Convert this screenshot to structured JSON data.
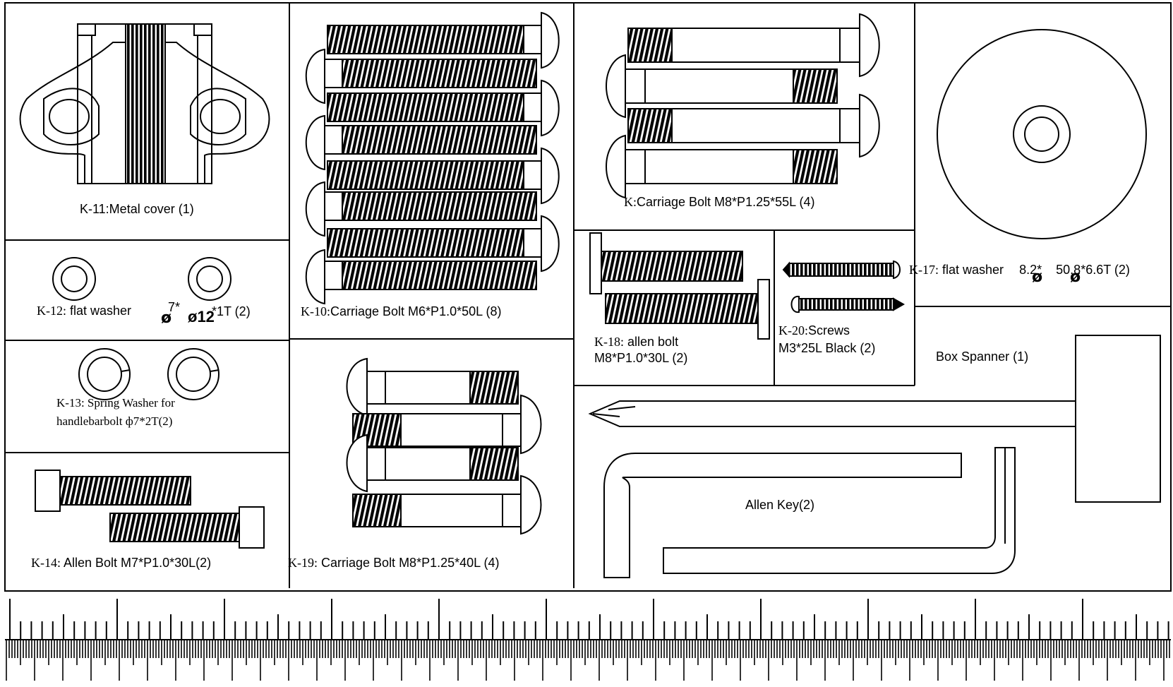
{
  "parts": {
    "k11": {
      "label": "K-11:Metal cover (1)"
    },
    "k10": {
      "prefix": "K-10:",
      "label": "Carriage Bolt M6*P1.0*50L (8)"
    },
    "k": {
      "prefix": "K:",
      "label": "Carriage Bolt M8*P1.25*55L (4)"
    },
    "k17": {
      "prefix": "K-17:",
      "text_a": "flat washer",
      "text_b": "8.2*",
      "text_c": "50.8*6.6T (2)",
      "phi": "ø"
    },
    "k12": {
      "prefix": "K-12:",
      "text_a": "flat washer",
      "text_b": "7*",
      "text_c": "ø12",
      "text_d": "*1T (2)",
      "phi": "ø"
    },
    "k18": {
      "prefix": "K-18:",
      "line1": "allen bolt",
      "line2": "M8*P1.0*30L (2)"
    },
    "k20": {
      "prefix": "K-20:",
      "line1": "Screws",
      "line2": "M3*25L Black (2)"
    },
    "box_spanner": {
      "label": "Box Spanner (1)"
    },
    "k13": {
      "line1": "K-13: Spring Washer for",
      "line2": "handlebarbolt  ф7*2T(2)"
    },
    "k19": {
      "prefix": "K-19:",
      "label": "Carriage Bolt M8*P1.25*40L   (4)"
    },
    "k14": {
      "prefix": "K-14:",
      "label": "Allen Bolt  M7*P1.0*30L(2)"
    },
    "allen_key": {
      "label": "Allen Key(2)"
    }
  },
  "ruler": {
    "description_visible": false
  }
}
